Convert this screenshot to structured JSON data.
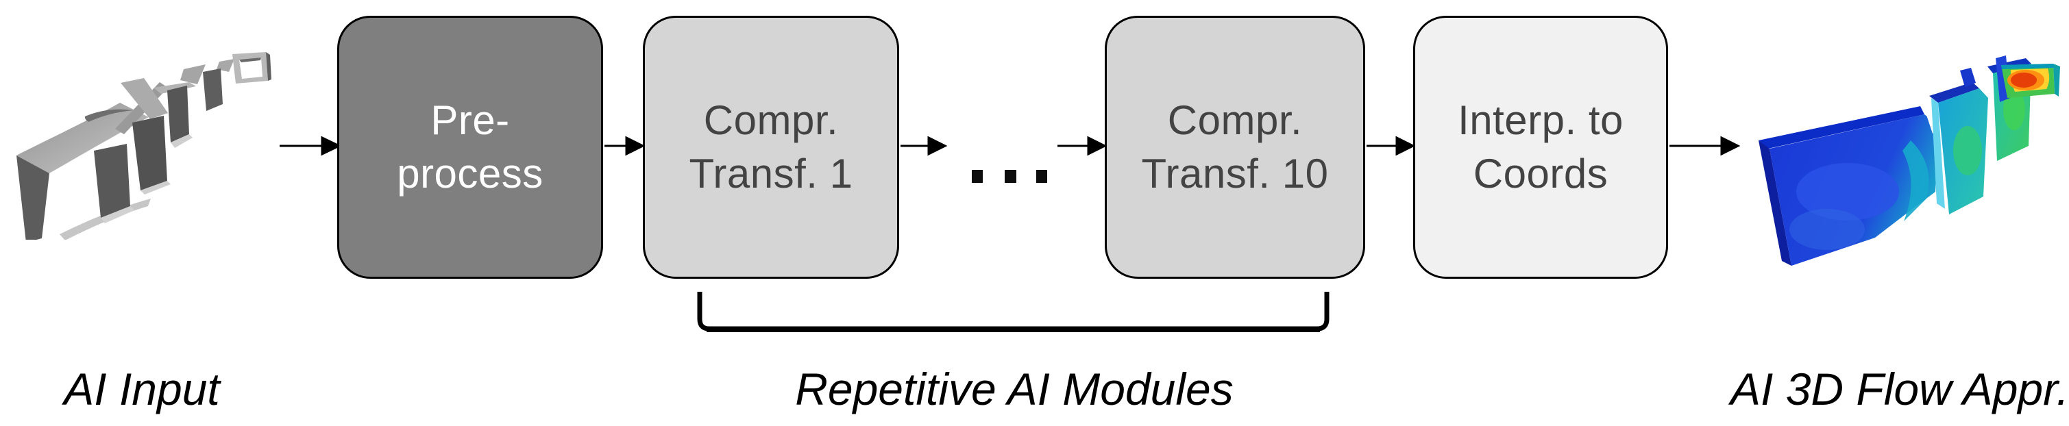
{
  "figure": {
    "type": "flow-diagram",
    "captions": {
      "input": "AI Input",
      "modules": "Repetitive AI Modules",
      "output": "AI 3D Flow Appr."
    },
    "flow_boxes": [
      {
        "id": "preprocess",
        "label": "Pre-\nprocess",
        "fill": "#7f7f7f",
        "text_color": "#ffffff"
      },
      {
        "id": "compr-transf-1",
        "label": "Compr.\nTransf. 1",
        "fill": "#d5d5d5",
        "text_color": "#434343"
      },
      {
        "id": "compr-transf-10",
        "label": "Compr.\nTransf. 10",
        "fill": "#d5d5d5",
        "text_color": "#434343"
      },
      {
        "id": "interp-to-coords",
        "label": "Interp. to\nCoords",
        "fill": "#f1f1f1",
        "text_color": "#434343"
      }
    ],
    "ellipsis": "…",
    "images": {
      "input": "gray-3d-turbomachinery-blade-geometry",
      "output": "colored-3d-flow-field-approximation"
    },
    "colors": {
      "box_border": "#000000",
      "arrow": "#000000",
      "bracket": "#000000",
      "caption_text": "#000000",
      "flow_blue": "#1a3ad8",
      "flow_cyan": "#18aad8",
      "flow_green": "#3ec85c",
      "flow_hotspot_red": "#e64008"
    }
  }
}
